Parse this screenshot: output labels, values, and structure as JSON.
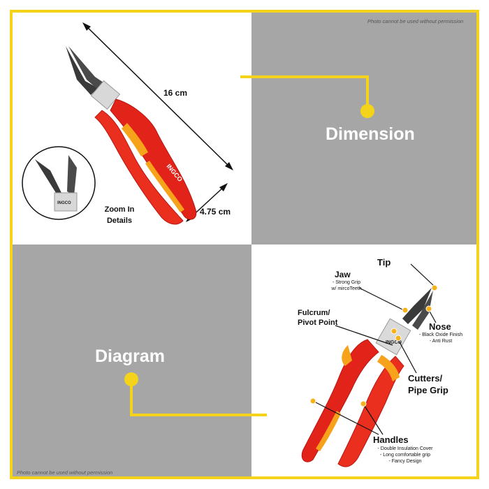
{
  "notice": "Photo cannot be used without permission",
  "sections": {
    "dimension_label": "Dimension",
    "diagram_label": "Diagram"
  },
  "dimensions": {
    "length": "16 cm",
    "width": "4.75 cm",
    "zoom_caption_line1": "Zoom In",
    "zoom_caption_line2": "Details"
  },
  "brand": "INGCO",
  "diagram": {
    "tip": "Tip",
    "jaw": "Jaw",
    "jaw_detail_1": "- Strong Grip",
    "jaw_detail_2": "w/ mircoTeeth",
    "fulcrum_line1": "Fulcrum/",
    "fulcrum_line2": "Pivot Point",
    "nose": "Nose",
    "nose_detail_1": "- Black Oxide Finish",
    "nose_detail_2": "- Anti Rust",
    "cutters_line1": "Cutters/",
    "cutters_line2": "Pipe Grip",
    "handles": "Handles",
    "handles_detail_1": "- Double Insulation Cover",
    "handles_detail_2": "- Long comfortable grip",
    "handles_detail_3": "- Fancy Design"
  },
  "colors": {
    "frame": "#f5d31a",
    "gray": "#a6a6a6",
    "handle_red": "#e2231a",
    "handle_orange": "#f7a21b",
    "callout_dot": "#f7b21b"
  }
}
